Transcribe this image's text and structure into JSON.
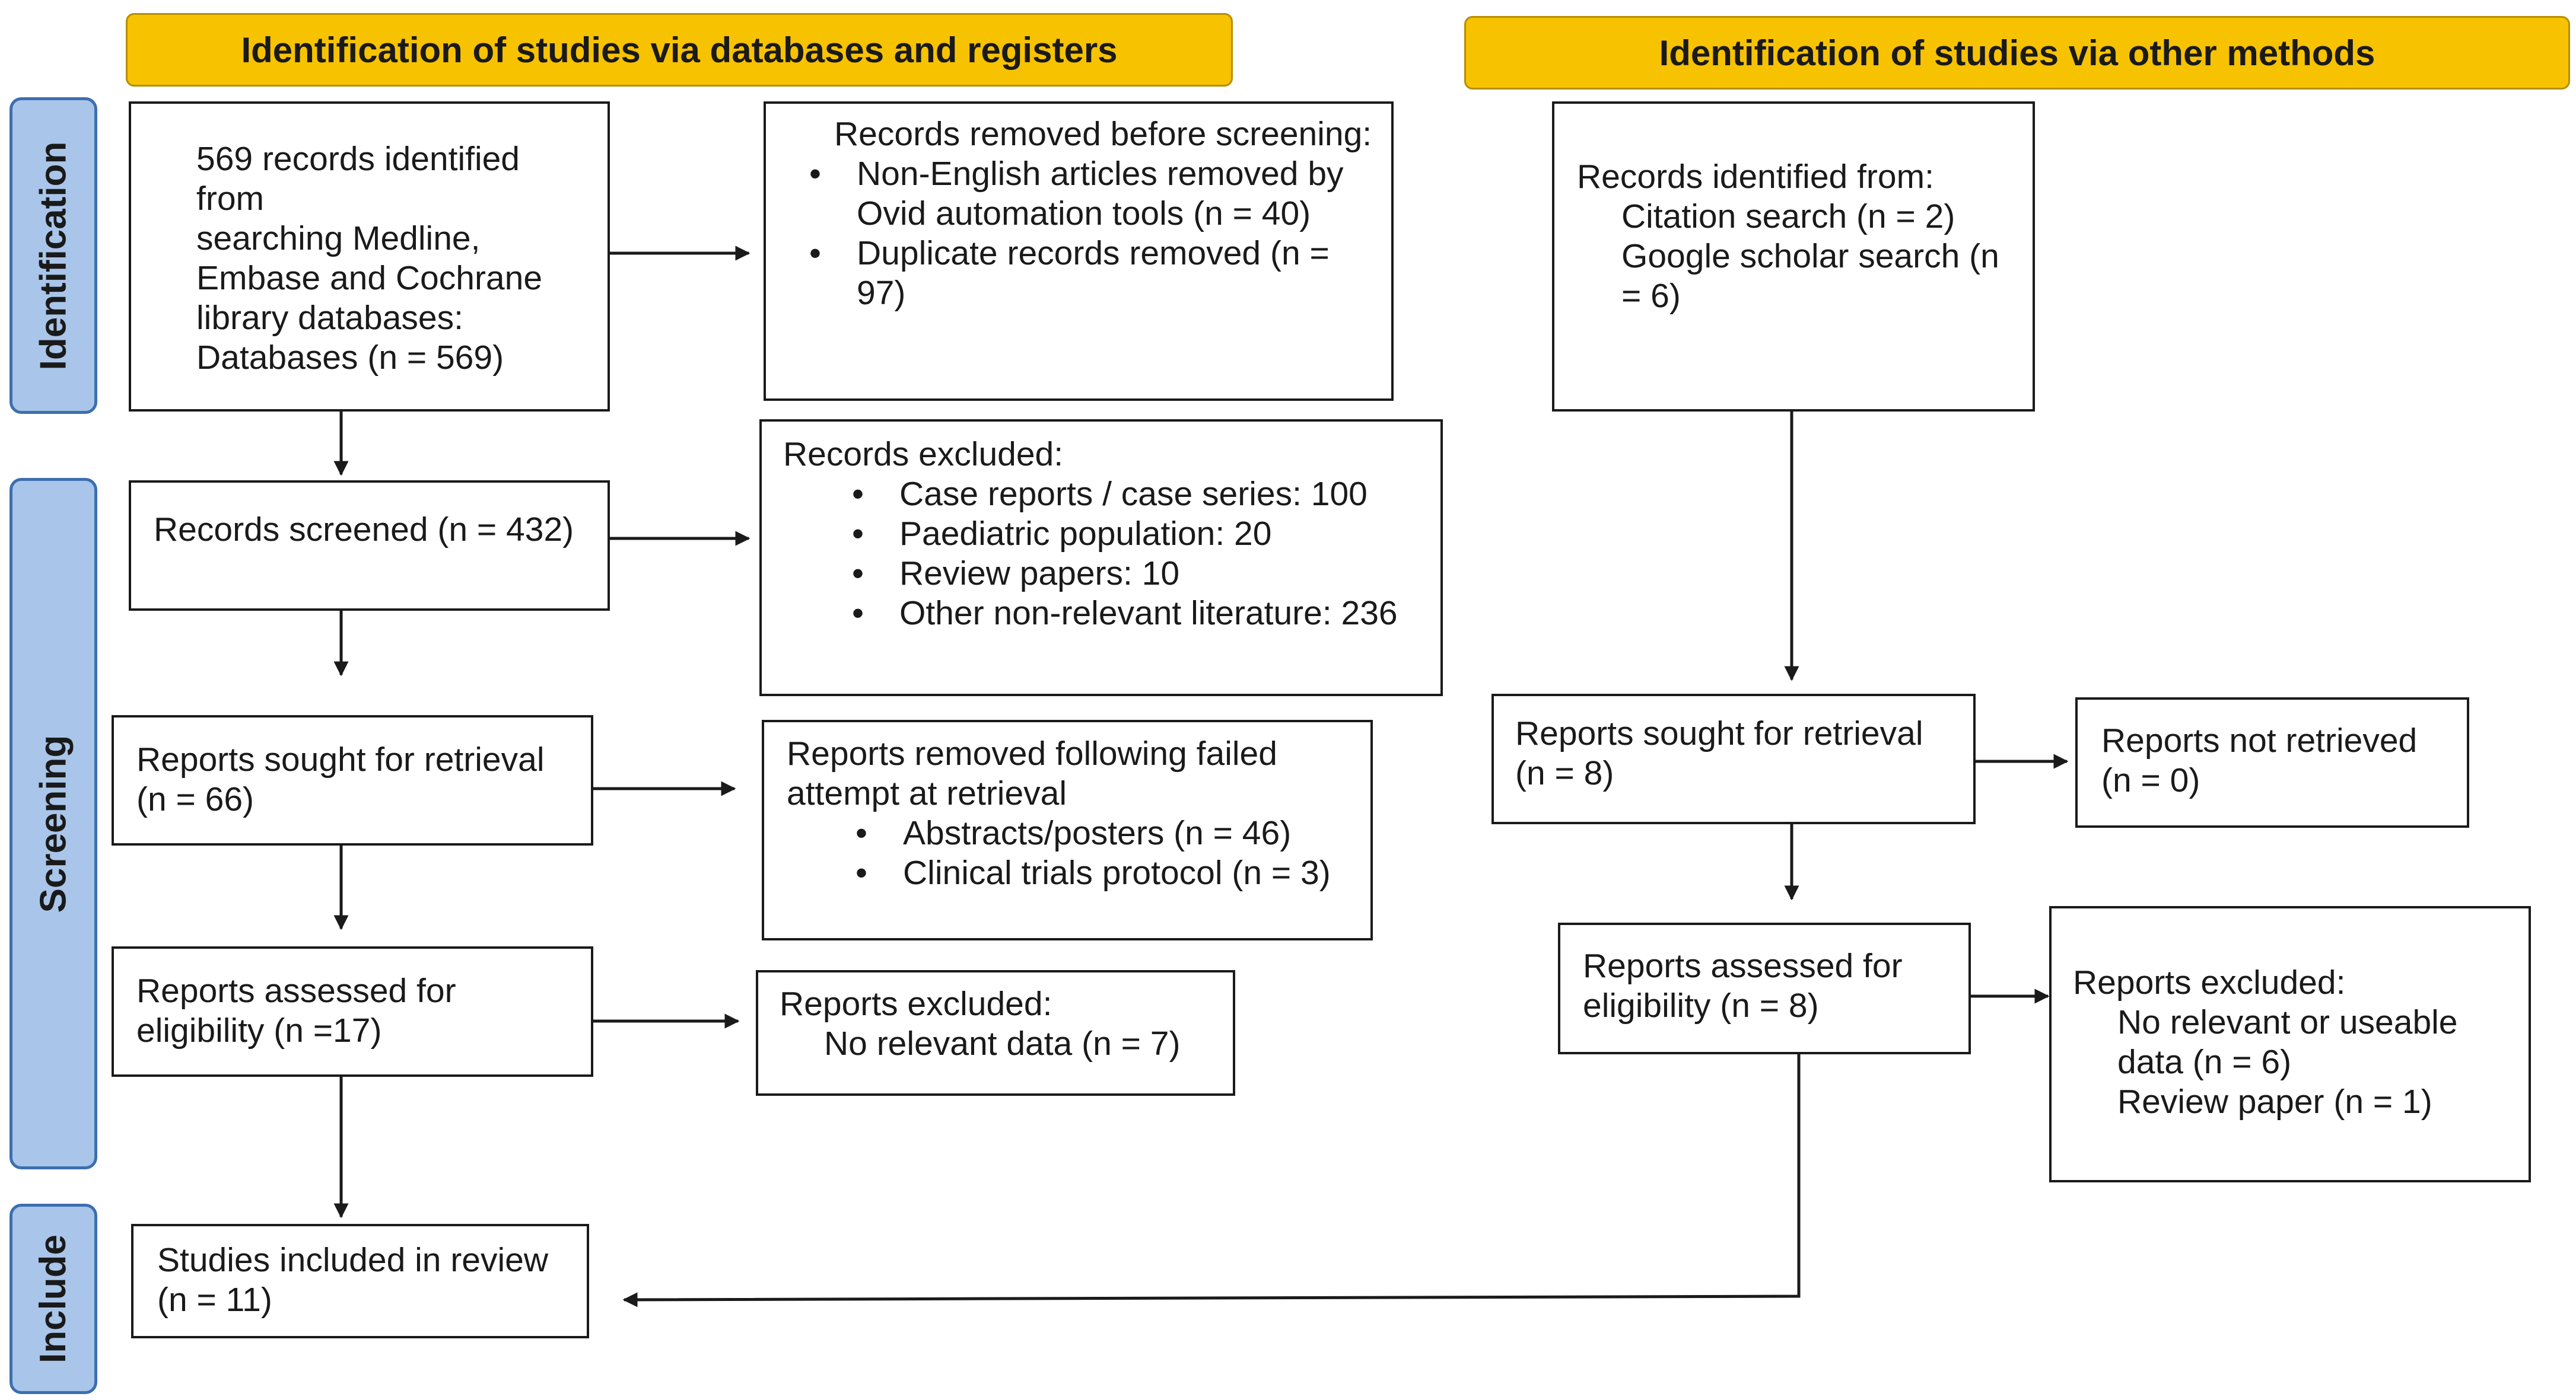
{
  "headers": {
    "databases": "Identification of studies via databases and registers",
    "other": "Identification of studies via other methods"
  },
  "stages": {
    "identification": "Identification",
    "screening": "Screening",
    "include": "Include"
  },
  "left": {
    "identified": "569 records identified from\nsearching Medline, Embase and Cochrane library databases:\nDatabases (n = 569)",
    "removed_before": {
      "title": "Records removed before screening:",
      "items": [
        "Non-English articles removed by Ovid automation tools (n = 40)",
        "Duplicate records removed (n = 97)"
      ]
    },
    "screened": "Records screened (n = 432)",
    "excluded": {
      "title": "Records excluded:",
      "items": [
        "Case reports / case series: 100",
        "Paediatric population: 20",
        "Review papers: 10",
        "Other non-relevant literature: 236"
      ]
    },
    "sought": "Reports sought for retrieval (n = 66)",
    "removed_failed": {
      "title": "Reports removed following failed attempt at retrieval",
      "items": [
        "Abstracts/posters (n = 46)",
        "Clinical trials protocol (n = 3)"
      ]
    },
    "assessed": "Reports assessed for eligibility (n =17)",
    "excluded2": {
      "title": "Reports excluded:",
      "line": "No relevant data (n = 7)"
    },
    "included": "Studies included in review (n = 11)"
  },
  "right": {
    "identified": {
      "title": "Records identified from:",
      "lines": [
        "Citation search (n = 2)",
        "Google scholar search (n = 6)"
      ]
    },
    "sought": "Reports sought for retrieval (n = 8)",
    "not_retrieved": "Reports not retrieved (n = 0)",
    "assessed": "Reports assessed for eligibility (n = 8)",
    "excluded": {
      "title": "Reports excluded:",
      "lines": [
        "No relevant or useable data (n = 6)",
        "Review paper (n = 1)"
      ]
    }
  }
}
